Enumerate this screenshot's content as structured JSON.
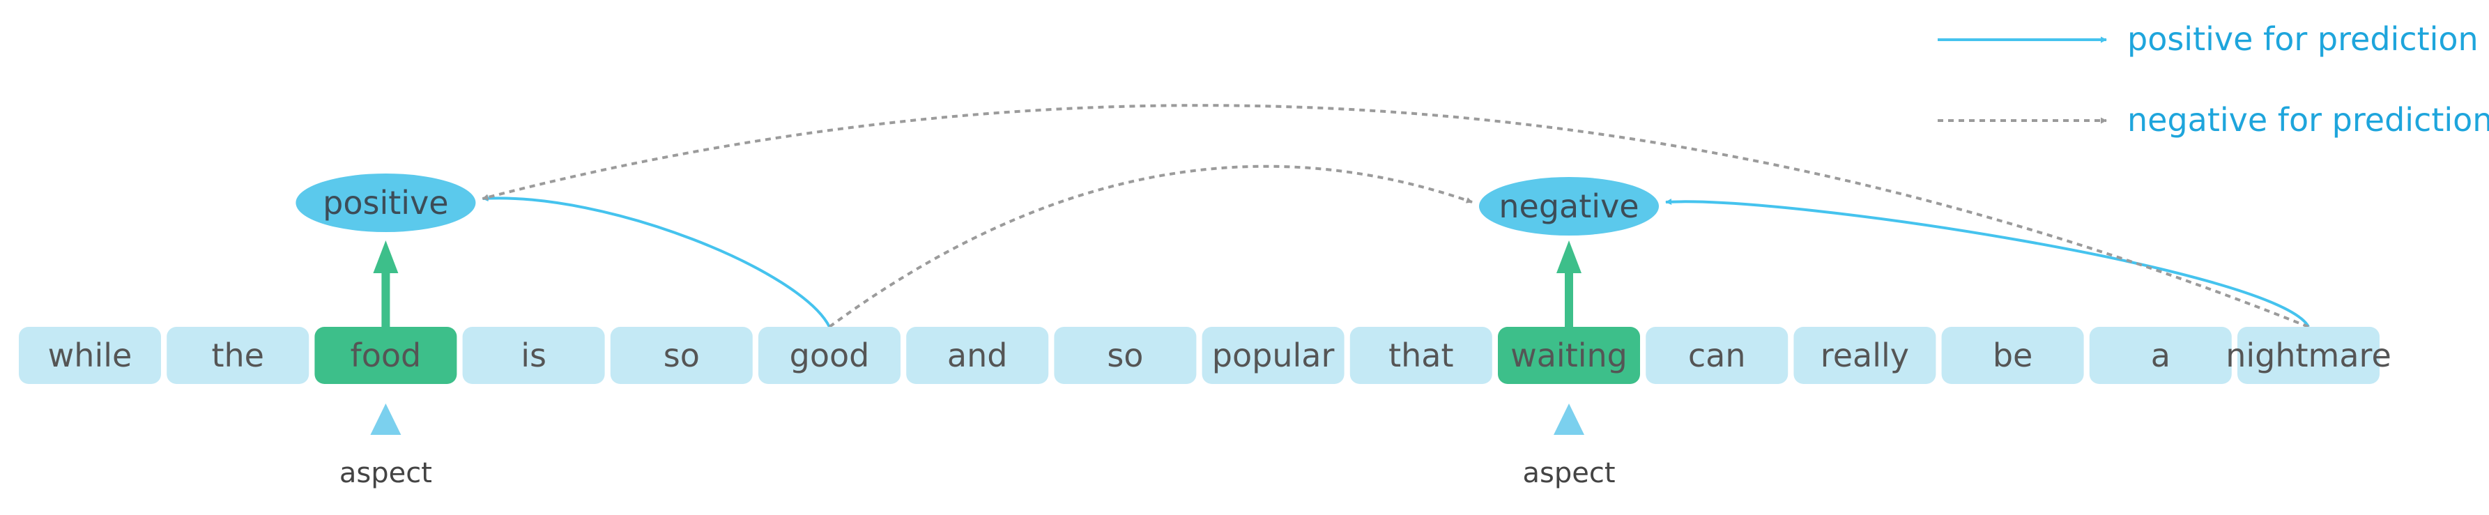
{
  "tokens": [
    "while",
    "the",
    "food",
    "is",
    "so",
    "good",
    "and",
    "so",
    "popular",
    "that",
    "waiting",
    "can",
    "really",
    "be",
    "a",
    "nightmare"
  ],
  "aspect_indices": [
    2,
    10
  ],
  "aspect_label": "aspect",
  "sentiments": {
    "positive": {
      "label": "positive",
      "aspect_index": 2
    },
    "negative": {
      "label": "negative",
      "aspect_index": 10
    }
  },
  "relations": [
    {
      "from_index": 5,
      "to": "positive",
      "type": "positive_for_prediction"
    },
    {
      "from_index": 5,
      "to": "negative",
      "type": "negative_for_prediction"
    },
    {
      "from_index": 15,
      "to": "negative",
      "type": "positive_for_prediction"
    },
    {
      "from_index": 15,
      "to": "positive",
      "type": "negative_for_prediction"
    }
  ],
  "legend": {
    "positive": {
      "label": "positive for prediction"
    },
    "negative": {
      "label": "negative for prediction"
    }
  },
  "colors": {
    "token_fill": "#c4e9f5",
    "token_text": "#555555",
    "aspect_fill": "#3dbf8a",
    "aspect_arrow": "#3dbf8a",
    "ellipse_fill": "#5bc9ec",
    "ellipse_text": "#3d4c57",
    "positive_line": "#45c3ee",
    "negative_line": "#9b9b9b",
    "legend_text": "#1ea5dc",
    "aspect_pointer": "#7bd0ee",
    "aspect_label_text": "#444444"
  }
}
